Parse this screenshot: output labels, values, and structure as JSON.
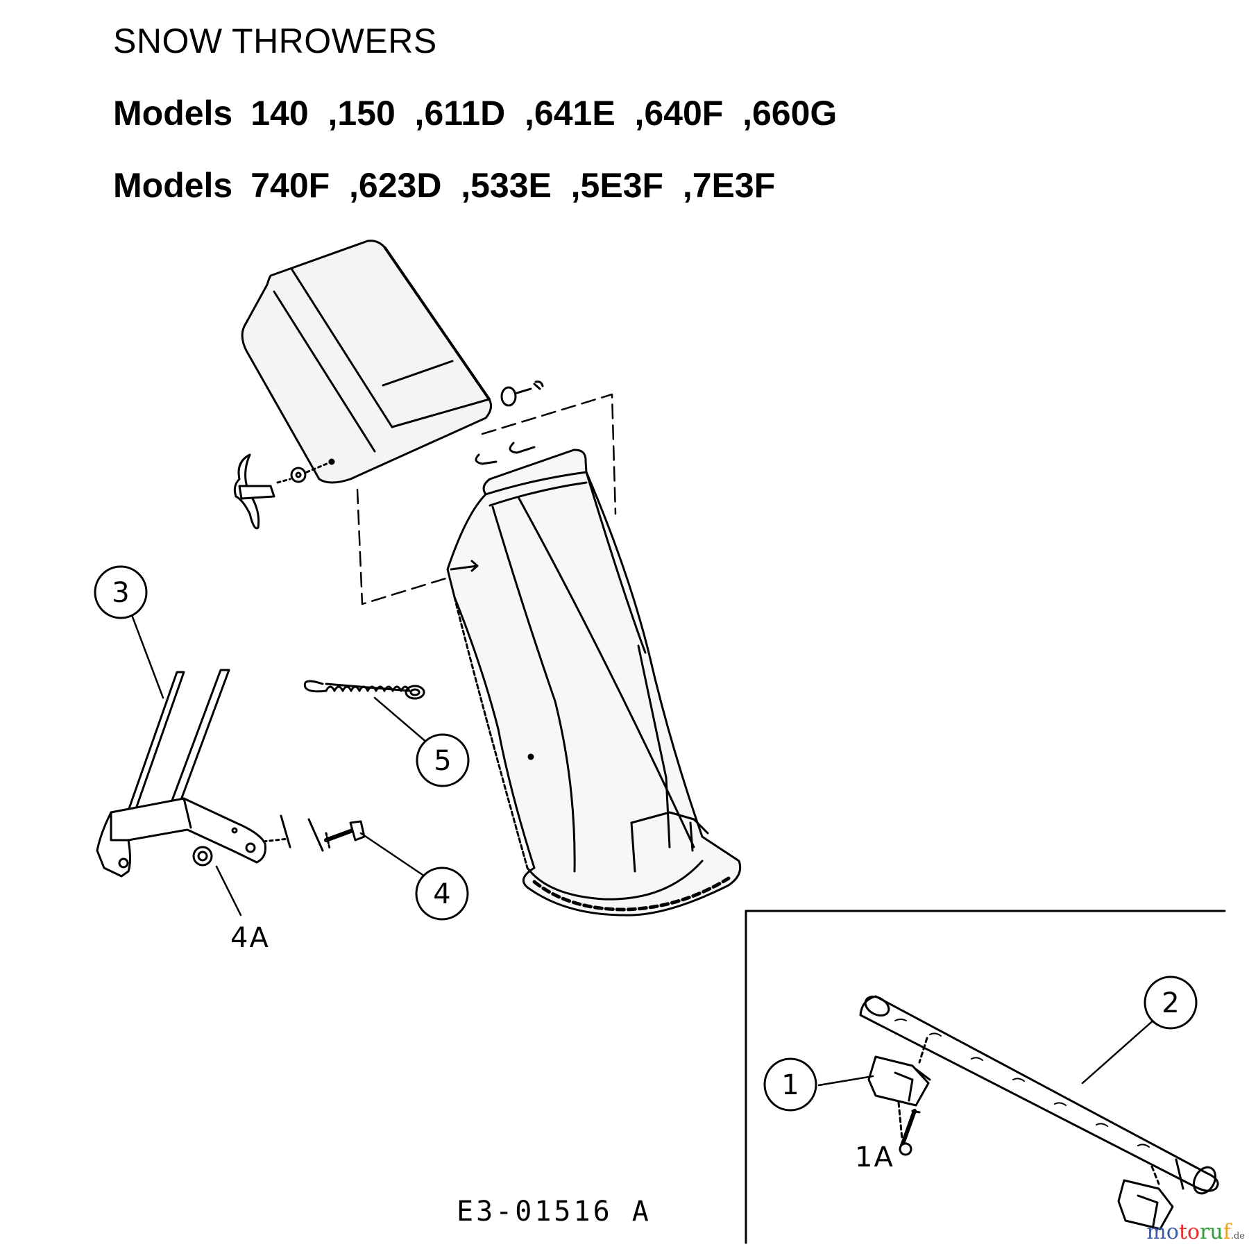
{
  "header": {
    "title": "SNOW THROWERS",
    "models_label": "Models",
    "models_line_1": "140  ,150  ,611D  ,641E  ,640F  ,660G",
    "models_line_2": "740F  ,623D  ,533E  ,5E3F  ,7E3F"
  },
  "callouts": {
    "c1": "1",
    "c2": "2",
    "c3": "3",
    "c4": "4",
    "c5": "5"
  },
  "labels": {
    "l4a": "4A",
    "l1a": "1A"
  },
  "drawing_number": "E3-01516 A",
  "watermark": {
    "part1": "mo",
    "part2": "to",
    "part3": "ru",
    "part4": "f",
    "suffix": ".de"
  },
  "colors": {
    "ink": "#000000",
    "paper": "#ffffff"
  }
}
